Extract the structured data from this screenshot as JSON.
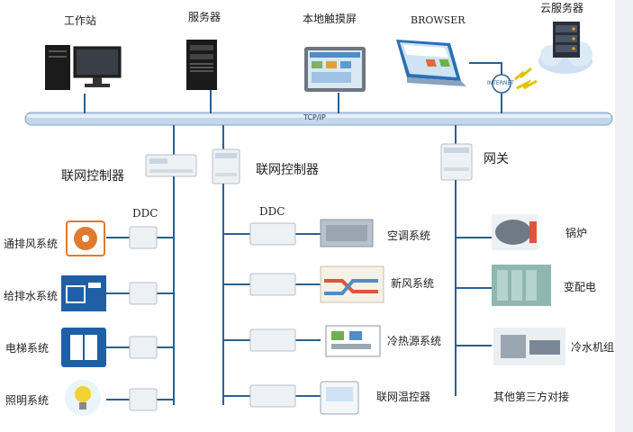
{
  "top_devices": {
    "workstation": "工作站",
    "server": "服务器",
    "touchscreen": "本地触摸屏",
    "browser": "BROWSER",
    "cloud_server": "云服务器",
    "internet": "INTERNET"
  },
  "bus_label": "TCP/IP",
  "controllers": {
    "left": "联网控制器",
    "mid": "联网控制器",
    "gateway": "网关"
  },
  "ddc_labels": [
    "DDC",
    "DDC"
  ],
  "left_systems": [
    "通排风系统",
    "给排水系统",
    "电梯系统",
    "照明系统"
  ],
  "mid_systems": [
    "空调系统",
    "新风系统",
    "冷热源系统",
    "联网温控器"
  ],
  "right_systems": [
    "锅炉",
    "变配电",
    "冷水机组",
    "其他第三方对接"
  ],
  "colors": {
    "bus": "#b7cde4",
    "bus_edge": "#7fa6c9",
    "line": "#2a5f93",
    "icon_blue": "#1f5fa6"
  }
}
